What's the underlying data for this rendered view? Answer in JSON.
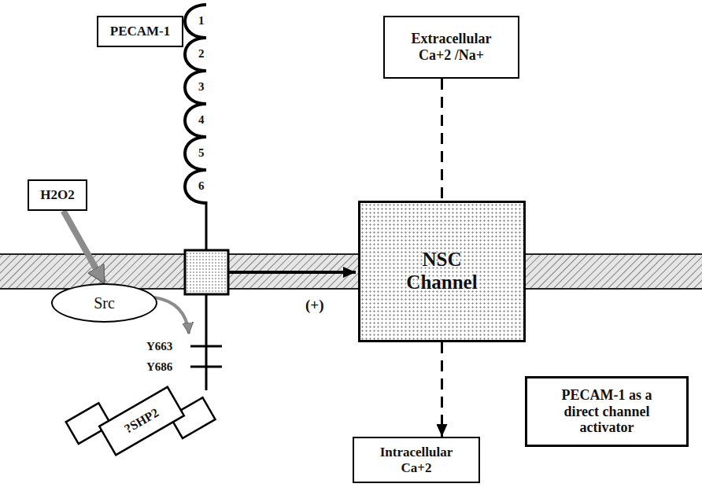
{
  "diagram": {
    "nodes": [
      {
        "text": [
          "PECAM-1"
        ]
      },
      {
        "text": [
          "H2O2"
        ]
      },
      {
        "text": [
          "Src"
        ]
      },
      {
        "text": [
          "?SHP2"
        ]
      },
      {
        "text": [
          "Extracellular Ca+2 /Na+"
        ]
      },
      {
        "text": [
          "NSC Channel"
        ]
      },
      {
        "text": [
          "Intracellular Ca+2"
        ]
      },
      {
        "text": [
          "PECAM-1 as a direct channel activator"
        ]
      }
    ],
    "edges": [
      {
        "from": 1,
        "to": 2,
        "arrow": "to"
      },
      {
        "from": 4,
        "to": 5,
        "arrow": "none"
      },
      {
        "from": 5,
        "to": 6,
        "arrow": "to"
      }
    ],
    "labels": [
      "1",
      "2",
      "3",
      "4",
      "5",
      "6",
      "Y663",
      "Y686",
      "(+)"
    ]
  }
}
